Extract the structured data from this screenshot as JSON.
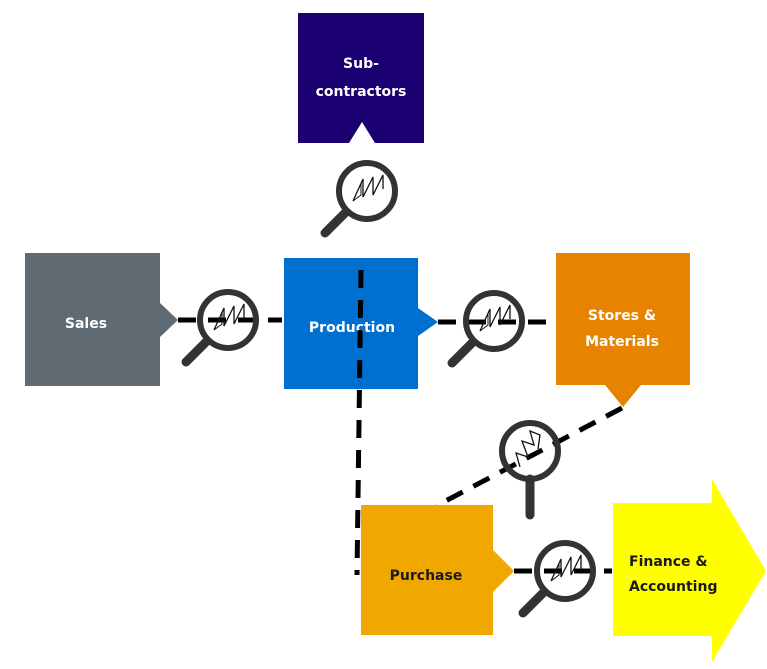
{
  "diagram": {
    "nodes": [
      {
        "id": "subcontractors",
        "lines": [
          "Sub-",
          "contractors"
        ],
        "color": "#1a0070",
        "text_color": "#ffffff"
      },
      {
        "id": "sales",
        "lines": [
          "Sales"
        ],
        "color": "#5f6a72",
        "text_color": "#ffffff"
      },
      {
        "id": "production",
        "lines": [
          "Production"
        ],
        "color": "#0070d0",
        "text_color": "#ffffff"
      },
      {
        "id": "stores",
        "lines": [
          "Stores &",
          "Materials"
        ],
        "color": "#e88300",
        "text_color": "#ffffff"
      },
      {
        "id": "purchase",
        "lines": [
          "Purchase"
        ],
        "color": "#f0a800",
        "text_color": "#1a1a1a"
      },
      {
        "id": "finance",
        "lines": [
          "Finance &",
          "Accounting"
        ],
        "color": "#ffff00",
        "text_color": "#1a1a1a"
      }
    ],
    "connections": [
      {
        "from": "sales",
        "to": "production",
        "icon": "magnifier-zigzag-icon"
      },
      {
        "from": "production",
        "to": "subcontractors",
        "icon": "magnifier-zigzag-icon"
      },
      {
        "from": "production",
        "to": "stores",
        "icon": "magnifier-zigzag-icon"
      },
      {
        "from": "production",
        "to": "purchase",
        "icon": ""
      },
      {
        "from": "stores",
        "to": "purchase",
        "icon": "magnifier-zigzag-icon"
      },
      {
        "from": "purchase",
        "to": "finance",
        "icon": "magnifier-zigzag-icon"
      }
    ],
    "colors": {
      "line": "#000000",
      "magnifier": "#333333"
    }
  }
}
